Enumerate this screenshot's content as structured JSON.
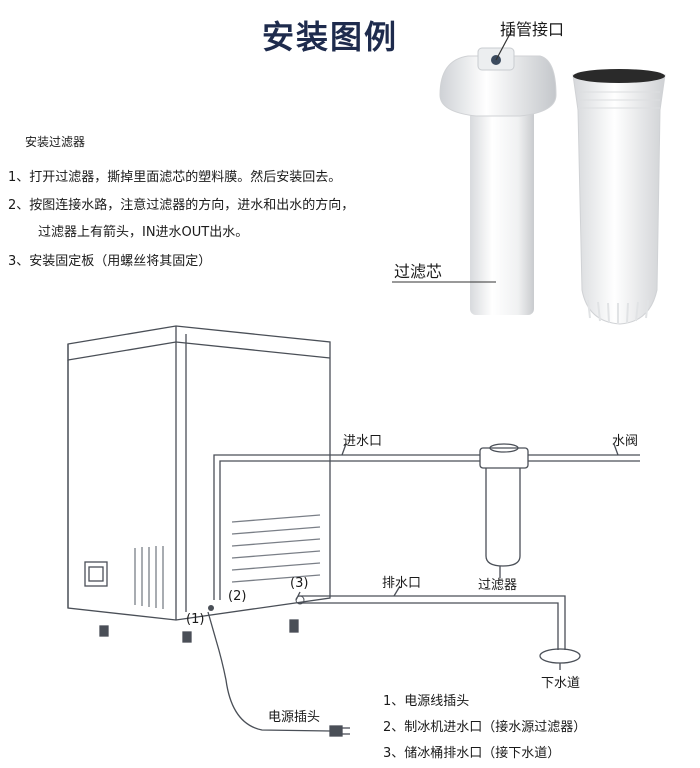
{
  "title": "安装图例",
  "instructions": {
    "heading": "安装过滤器",
    "steps": [
      "1、打开过滤器，撕掉里面滤芯的塑料膜。然后安装回去。",
      "2、按图连接水路，注意过滤器的方向，进水和出水的方向，",
      "过滤器上有箭头，IN进水OUT出水。",
      "3、安装固定板（用螺丝将其固定）"
    ]
  },
  "photo_labels": {
    "port": "插管接口",
    "cartridge": "过滤芯"
  },
  "diagram_labels": {
    "inlet": "进水口",
    "valve": "水阀",
    "filter": "过滤器",
    "drain_port": "排水口",
    "sewer": "下水道",
    "power_plug": "电源插头",
    "marker1": "(1)",
    "marker2": "(2)",
    "marker3": "(3)"
  },
  "legend": [
    "1、电源线插头",
    "2、制冰机进水口（接水源过滤器）",
    "3、储冰桶排水口（接下水道）"
  ],
  "colors": {
    "title": "#1e2b4d",
    "line": "#555555",
    "filter_white": "#f4f5f6"
  }
}
